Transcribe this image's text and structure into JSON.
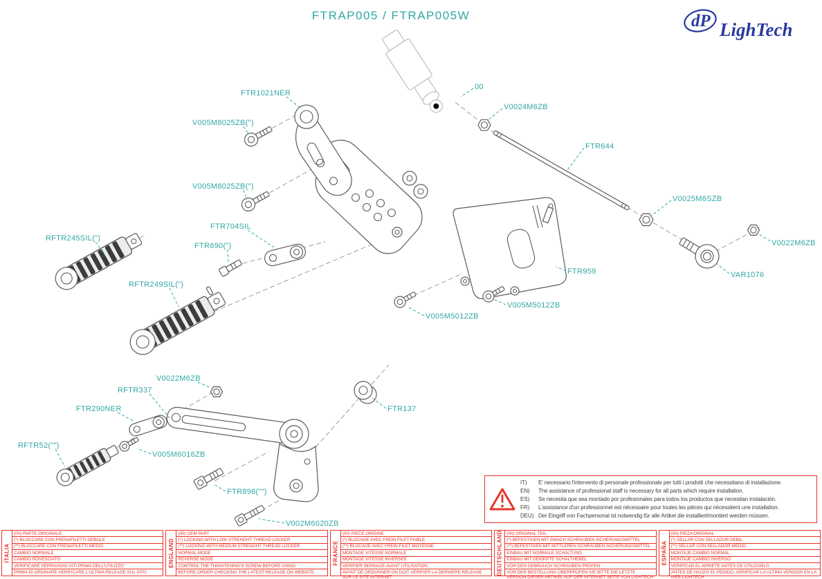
{
  "title": "FTRAP005 / FTRAP005W",
  "logo": {
    "mark": "dP",
    "text": "LighTech"
  },
  "colors": {
    "teal": "#2FA8A4",
    "red": "#E63329",
    "blue": "#2A3AA0"
  },
  "parts": [
    {
      "label": "FTR1021NER"
    },
    {
      "label": "V005M8025ZB(\")"
    },
    {
      "label": "V005M8025ZB(\")"
    },
    {
      "label": "FTR704SIL"
    },
    {
      "label": "FTR690(\")"
    },
    {
      "label": "RFTR245SIL(\")"
    },
    {
      "label": "RFTR249SIL(\")"
    },
    {
      "label": "V0022M6ZB"
    },
    {
      "label": "RFTR337"
    },
    {
      "label": "FTR290NER"
    },
    {
      "label": "RFTR52(\"\")"
    },
    {
      "label": "V005M6016ZB"
    },
    {
      "label": "FTR898(\"\")"
    },
    {
      "label": "V002M6020ZB"
    },
    {
      "label": "FTR137"
    },
    {
      "label": "V005M5012ZB"
    },
    {
      "label": "V005M5012ZB"
    },
    {
      "label": "FTR959"
    },
    {
      "label": "00"
    },
    {
      "label": "V0024M6ZB"
    },
    {
      "label": "FTR644"
    },
    {
      "label": "V0025M6SZB"
    },
    {
      "label": "V0022M6ZB"
    },
    {
      "label": "VAR1076"
    }
  ],
  "warning": {
    "lines": [
      {
        "lang": "IT)",
        "text": "E' necessario l'intervento di personale professionale per tutti i prodotti che necessitano di installazione."
      },
      {
        "lang": "EN)",
        "text": "The assistance of professional staff is necessary for all parts which require installation."
      },
      {
        "lang": "ES)",
        "text": "Se necesita que sea montado por profesionales para todos los productos que necesitan instalación."
      },
      {
        "lang": "FR)",
        "text": "L'assistance d'un professionnel est nécessaire pour toutes les pièces qui nécessitent une installation."
      },
      {
        "lang": "DEU)",
        "text": "Der Eingriff von Fachpersonal ist notwendig  für alle Artikel die installiert/montiert werden müssen."
      }
    ]
  },
  "legend": [
    {
      "country": "ITALIA",
      "rows": [
        "(00) PARTE ORIGINALE",
        "(*)  BLOCCARE CON FRENAFILETTI DEBOLE",
        "(**) BLOCCARE CON FRENAFILETTI MEDIO",
        "CAMBIO NORMALE",
        "CAMBIO ROVESCIATO",
        "VERIFICARE SERRAGGIO VITI PRIMA DELL'UTILIZZO",
        "PRIMA DI ORDINARE VERIFICARE L'ULTIMA RELEASE SUL SITO"
      ]
    },
    {
      "country": "ENGLAND",
      "rows": [
        "(00) OEM PART",
        "(*)  LOCKING WITH LOW STRENGHT THREAD LOCKER",
        "(**) LOCKING WITH MEDIUM STRENGHT THREAD LOCKER",
        "NORMAL MODE",
        "REVERSE MODE",
        "CONTROL THE THIGHTENING'S SCREW BEFORE USING",
        "BEFORE ORDER CHECKING THE LATEST RELEASE ON WEBSITE"
      ]
    },
    {
      "country": "FRANCE",
      "rows": [
        "(00) PIECE ORIGINE",
        "(*)  BLOCAGE AVEC FREIN FILET FAIBLE",
        "(**) BLOCAGE AVEC FREIN FILET MOYENNE",
        "MONTAGE VITESSE NORMALE",
        "MONTAGE VITESSE INVERSEE",
        "VERIFIER SERRAGE AVANT UTILISATION",
        "AVANT DE ORDONNER ON DOIT VERIFIER LA DERNIERE RELEASE SUR LE SITE INTERNET"
      ]
    },
    {
      "country": "DEUTSCHLAND",
      "rows": [
        "(00) ORIGINAL TEIL",
        "(*)  BEFESTIGEN MIT SWACH SCHRAUBEN SICHERUNGSMITTEL",
        "(**) BEFESTIGEN MIT MITTLEREN SCHRAUBEN SICHERUNGSMITTEL",
        "EINBAU MIT NORMALE SCHALTUNG",
        "EINBAU MIT GEKIPPTE SCHALTHEBEL",
        "VOR DEN GEBRAUCH SCHRAUBEN PRÜFEN",
        "VOR DER BESTELLUNG ÜBERPRÜFEN SIE BITTE DIE LETZTE VERSION DIESER ARTIKEL AUF DER INTERNET SEITE VON LIGHTECH"
      ]
    },
    {
      "country": "ESPAÑA",
      "rows": [
        "(00) PIEZA ORIGINAL",
        "(*)  SELLAR CON SELLADOR DEBIL",
        "(**) SELLAR CON SELLADOR MEDIO",
        "MONTAJE CAMBIO NORMAL",
        "MONTAJE CAMBIO INVERSO",
        "VERIFICAR EL APRIETE ANTES DE UTILIZARLO",
        "ANTES DE HACER EL PEDIDO, VERIFICAR LA ULTIMA VERSION EN LA WEB LIGHTECH"
      ]
    }
  ]
}
